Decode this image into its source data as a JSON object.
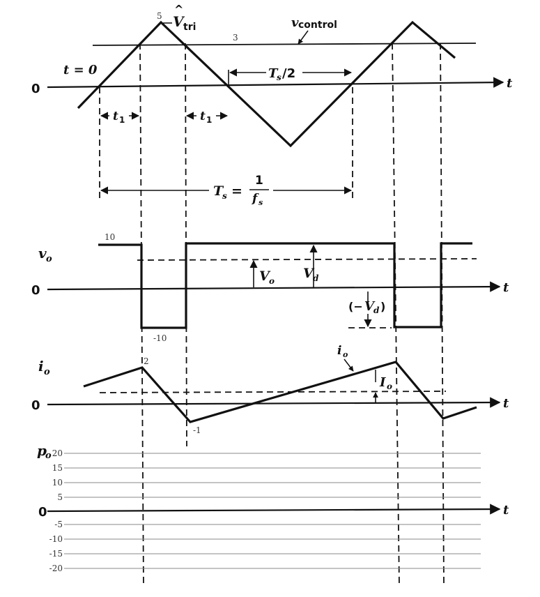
{
  "labels": {
    "vtri": "V",
    "vtri_sub": "tri",
    "vtri_hat": "^",
    "vcontrol": "v",
    "vcontrol_sub": "control",
    "t_eq_0": "t = 0",
    "zero": "0",
    "t_axis": "t",
    "ts_half": "T",
    "ts_half_sub": "s",
    "ts_half_suffix": "/2",
    "t1": "t",
    "t1_sub": "1",
    "ts": "T",
    "ts_sub": "s",
    "ts_eq": "=",
    "ts_num": "1",
    "ts_den": "f",
    "ts_den_sub": "s",
    "vo": "v",
    "vo_sub": "o",
    "Vo": "V",
    "Vo_sub": "o",
    "Vd": "V",
    "Vd_sub": "d",
    "neg_vd_open": "(−",
    "neg_vd": "V",
    "neg_vd_sub": "d",
    "neg_vd_close": ")",
    "io": "i",
    "io_sub": "o",
    "Io": "I",
    "Io_sub": "o",
    "po": "p",
    "po_sub": "o"
  },
  "annotations": {
    "tri_peak": "5",
    "control_level": "3",
    "vo_high": "10",
    "vo_low": "-10",
    "io_peak": "2",
    "io_min": "-1"
  },
  "po_grid_labels": [
    "20",
    "15",
    "10",
    "5",
    "-5",
    "-10",
    "-15",
    "-20"
  ],
  "colors": {
    "line": "#111111",
    "grid": "#888888"
  }
}
